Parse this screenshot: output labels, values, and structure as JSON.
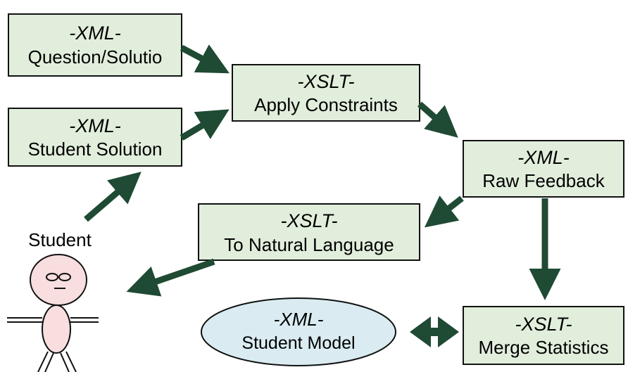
{
  "nodes": {
    "question_solution": {
      "tag": "-XML-",
      "label": "Question/Solutio"
    },
    "student_solution": {
      "tag": "-XML-",
      "label": "Student Solution"
    },
    "apply_constraints": {
      "tag": "-XSLT-",
      "label": "Apply Constraints"
    },
    "raw_feedback": {
      "tag": "-XML-",
      "label": "Raw Feedback"
    },
    "to_natural_language": {
      "tag": "-XSLT-",
      "label": "To Natural Language"
    },
    "student_model": {
      "tag": "-XML-",
      "label": "Student Model"
    },
    "merge_statistics": {
      "tag": "-XSLT-",
      "label": "Merge Statistics"
    }
  },
  "actor": {
    "label": "Student"
  },
  "colors": {
    "box_fill": "#e2eedc",
    "box_stroke": "#111111",
    "ellipse_fill": "#daecf2",
    "arrow": "#1f4a33",
    "figure_fill": "#f8dede"
  }
}
